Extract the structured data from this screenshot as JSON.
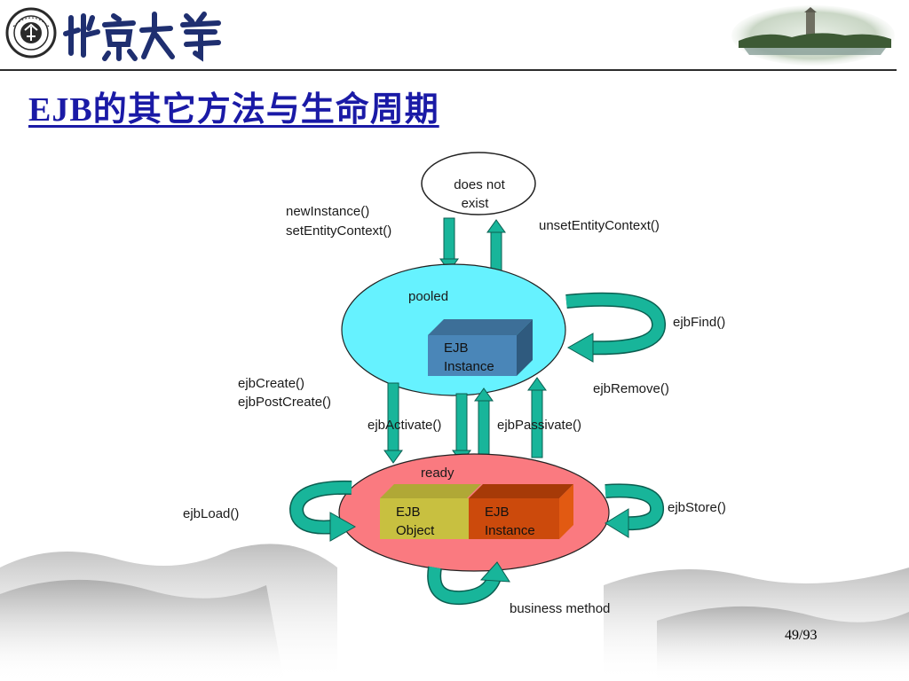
{
  "slide": {
    "title": "EJB的其它方法与生命周期",
    "page_number": "49/93"
  },
  "header": {
    "logo_seal_icon": "peking-university-seal-icon",
    "logo_text_icon": "peking-university-calligraphy-logo",
    "campus_image": "campus-tower-lake-photo"
  },
  "diagram": {
    "states": {
      "does_not_exist": [
        "does not",
        "exist"
      ],
      "pooled": "pooled",
      "ready": "ready"
    },
    "boxes": {
      "pooled_instance": [
        "EJB",
        "Instance"
      ],
      "ready_object": [
        "EJB",
        "Object"
      ],
      "ready_instance": [
        "EJB",
        "Instance"
      ]
    },
    "transitions": {
      "new_instance": [
        "newInstance()",
        "setEntityContext()"
      ],
      "unset_context": "unsetEntityContext()",
      "ejb_find": "ejbFind()",
      "ejb_create": [
        "ejbCreate()",
        "ejbPostCreate()"
      ],
      "ejb_remove": "ejbRemove()",
      "ejb_activate": "ejbActivate()",
      "ejb_passivate": "ejbPassivate()",
      "ejb_load": "ejbLoad()",
      "ejb_store": "ejbStore()",
      "business_method": "business method"
    },
    "colors": {
      "pooled_fill": "#66f2ff",
      "ready_fill": "#fa7a80",
      "arrow_fill": "#18b59a",
      "arrow_stroke": "#0b5e50",
      "instance_box": "#4a86b8",
      "object_box": "#c8c040",
      "ready_instance_box": "#cc4a0c"
    }
  }
}
